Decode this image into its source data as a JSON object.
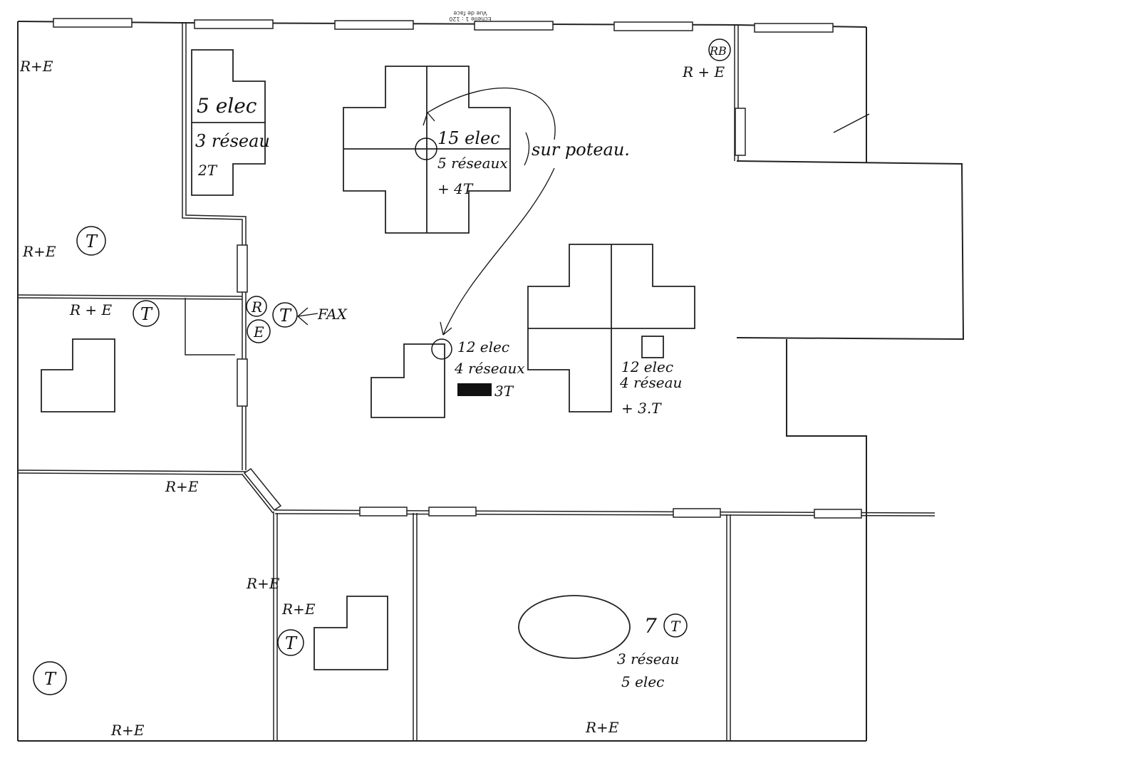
{
  "header": {
    "scale_note_line1": "Vue de face",
    "scale_note_line2": "Echelle 1 : 120"
  },
  "labels": {
    "re_topleft": "R+E",
    "re_leftmid": "R+E",
    "re_office2": "R + E",
    "re_topright": "R + E",
    "rb_mark": "RB",
    "re_corner": "R+E",
    "re_lowleft": "R+E",
    "re_lowroom": "R+E",
    "re_bottom1": "R+E",
    "re_bottom2": "R+E",
    "fax": "FAX",
    "t": "T",
    "r": "R",
    "e": "E"
  },
  "notes": {
    "cluster_top_left_1": "5 elec",
    "cluster_top_left_2": "3 réseau",
    "cluster_top_left_3": "2T",
    "cluster_center_1": "15 elec",
    "cluster_center_2": "5 réseaux",
    "cluster_center_3": "+ 4T",
    "sur_poteau": "sur poteau.",
    "single_desk_1": "12 elec",
    "single_desk_2": "4 réseaux",
    "single_desk_3": "3T",
    "cluster_right_1": "12 elec",
    "cluster_right_2": "4 réseau",
    "cluster_right_3": "+ 3.T",
    "meeting_1": "7",
    "meeting_2": "3 réseau",
    "meeting_3": "5 elec"
  }
}
